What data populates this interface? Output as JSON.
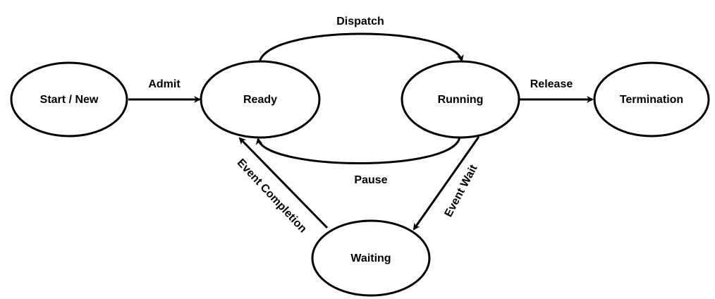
{
  "diagram": {
    "states": {
      "start": "Start / New",
      "ready": "Ready",
      "running": "Running",
      "termination": "Termination",
      "waiting": "Waiting"
    },
    "transitions": {
      "admit": "Admit",
      "dispatch": "Dispatch",
      "release": "Release",
      "pause": "Pause",
      "event_wait": "Event Wait",
      "event_completion": "Event Completion"
    },
    "colors": {
      "stroke": "#000000",
      "fill": "#ffffff"
    }
  }
}
